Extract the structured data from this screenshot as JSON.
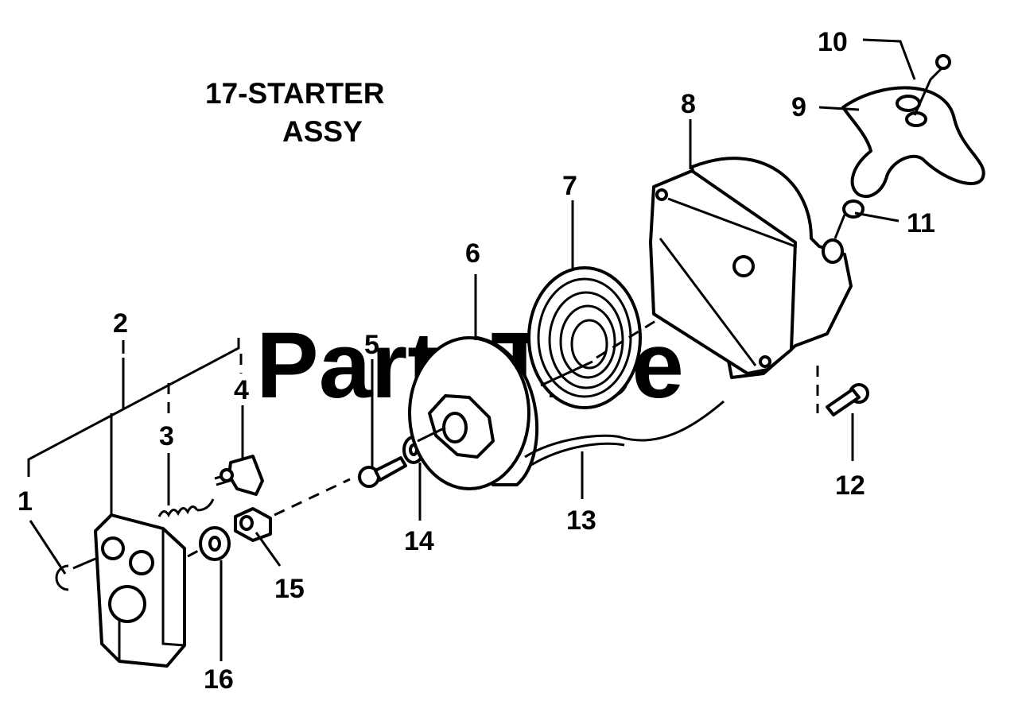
{
  "diagram": {
    "title_line1": "17-STARTER",
    "title_line2": "ASSY",
    "watermark": "PartsTree",
    "callouts": [
      "1",
      "2",
      "3",
      "4",
      "5",
      "6",
      "7",
      "8",
      "9",
      "10",
      "11",
      "12",
      "13",
      "14",
      "15",
      "16"
    ]
  }
}
